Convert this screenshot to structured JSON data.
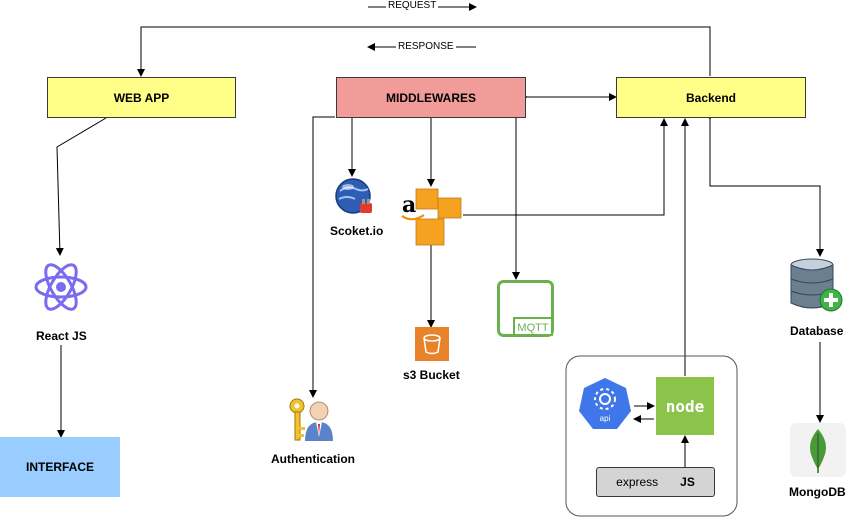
{
  "flow": {
    "request": "REQUEST",
    "response": "RESPONSE"
  },
  "nodes": {
    "web_app": "WEB APP",
    "middlewares": "MIDDLEWARES",
    "backend": "Backend",
    "interface": "INTERFACE",
    "react": "React JS",
    "socket": "Scoket.io",
    "s3": "s3 Bucket",
    "mqtt": "MQTT",
    "authentication": "Authentication",
    "database": "Database",
    "mongodb": "MongoDB",
    "express": "express",
    "express_js": "JS",
    "node": "node",
    "api": "api"
  },
  "colors": {
    "web_app_fill": "#ffff88",
    "middlewares_fill": "#f19c99",
    "backend_fill": "#ffff88",
    "interface_fill": "#99ccff",
    "express_fill": "#d4d4d4",
    "node_green": "#8cc34a",
    "mqtt_green": "#6ab04c",
    "aws_orange": "#f4a21f",
    "s3_orange": "#e8832a",
    "react_purple": "#7a6cf0",
    "api_blue": "#3f76e9",
    "mongo_green": "#4a9a3a"
  },
  "icons": [
    "react-icon",
    "socket-io-icon",
    "aws-icon",
    "s3-bucket-icon",
    "mqtt-icon",
    "authentication-icon",
    "database-icon",
    "mongodb-icon",
    "node-icon",
    "api-icon"
  ]
}
